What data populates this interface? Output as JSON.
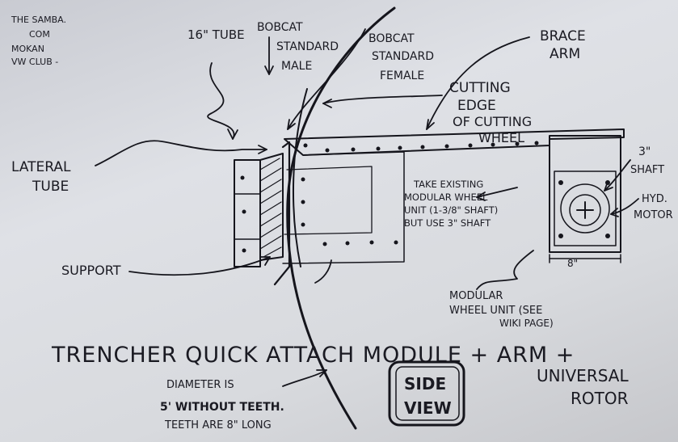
{
  "colors": {
    "paper": "#d9dbe0",
    "ink": "#15151c",
    "background": "#3a3530"
  },
  "corner_note": [
    "THE SAMBA.",
    "COM",
    "MOKAN",
    "VW CLUB -"
  ],
  "labels": {
    "tube_16": "16\" TUBE",
    "bobcat_male": [
      "BOBCAT",
      "STANDARD",
      "MALE"
    ],
    "bobcat_female": [
      "BOBCAT",
      "STANDARD",
      "FEMALE"
    ],
    "brace_arm": [
      "BRACE",
      "ARM"
    ],
    "cutting_edge": [
      "CUTTING",
      "EDGE",
      "OF CUTTING",
      "WHEEL"
    ],
    "lateral_tube": [
      "LATERAL",
      "TUBE"
    ],
    "shaft_3": [
      "3\"",
      "SHAFT"
    ],
    "hyd_motor": [
      "HYD.",
      "MOTOR"
    ],
    "take_existing": [
      "TAKE EXISTING",
      "MODULAR WHEEL",
      "UNIT (1-3/8\" SHAFT)",
      "BUT USE 3\" SHAFT"
    ],
    "support": "SUPPORT",
    "dimension_8": "8\"",
    "modular_wheel": [
      "MODULAR",
      "WHEEL UNIT (SEE",
      "WIKI PAGE)"
    ],
    "title_line1": "TRENCHER QUICK ATTACH MODULE + ARM +",
    "title_line2": [
      "UNIVERSAL",
      "ROTOR"
    ],
    "diameter": [
      "DIAMETER IS",
      "5' WITHOUT TEETH.",
      "TEETH ARE 8\" LONG"
    ],
    "side_view": [
      "SIDE",
      "VIEW"
    ]
  }
}
